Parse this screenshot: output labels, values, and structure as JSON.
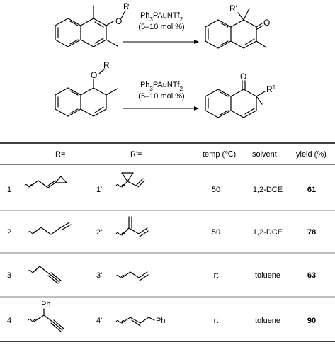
{
  "schemes": [
    {
      "substrate_label": "R",
      "substrate_atom": "O",
      "reagent": "Ph3PAuNTf2",
      "loading": "(5–10 mol %)",
      "product_label": "R'",
      "product_atom": "O"
    },
    {
      "substrate_label": "R",
      "substrate_atom": "O",
      "reagent": "Ph3PAuNTf2",
      "loading": "(5–10 mol %)",
      "product_label": "R",
      "product_label_sup": "1",
      "product_atom": "O"
    }
  ],
  "table": {
    "headers": {
      "r": "R=",
      "rp": "R'=",
      "temp": "temp (℃)",
      "solvent": "solvent",
      "yield": "yield (%)"
    },
    "rows": [
      {
        "num": "1",
        "rp_num": "1'",
        "temp": "50",
        "solvent": "1,2-DCE",
        "yield": "61"
      },
      {
        "num": "2",
        "rp_num": "2'",
        "temp": "50",
        "solvent": "1,2-DCE",
        "yield": "78"
      },
      {
        "num": "3",
        "rp_num": "3'",
        "temp": "rt",
        "solvent": "toluene",
        "yield": "63"
      },
      {
        "num": "4",
        "rp_num": "4'",
        "temp": "rt",
        "solvent": "toluene",
        "yield": "90"
      }
    ],
    "ph_labels": {
      "row4_r": "Ph",
      "row4_rp": "Ph"
    }
  }
}
